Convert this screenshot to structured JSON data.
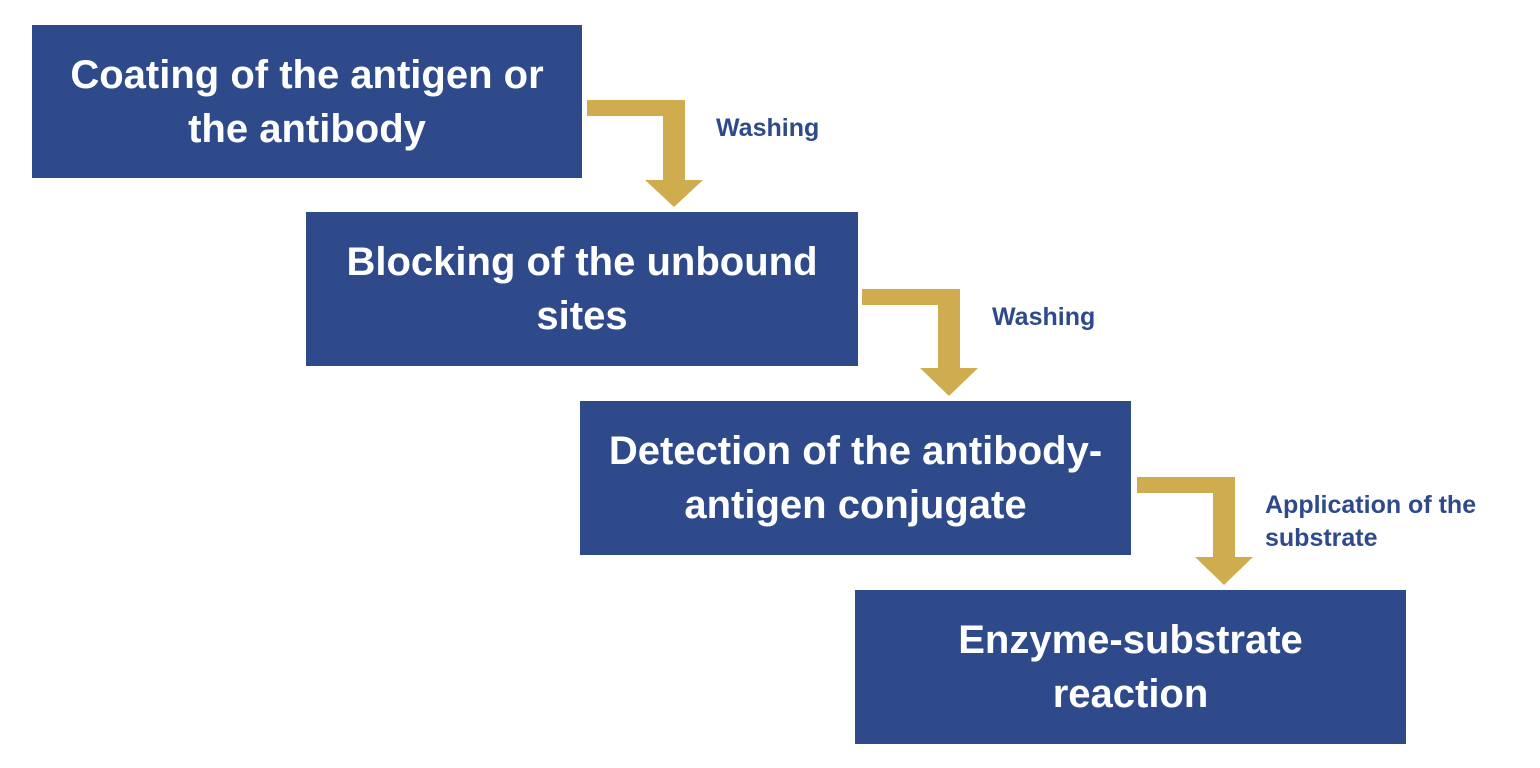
{
  "colors": {
    "box_fill": "#2e4a8b",
    "box_text": "#ffffff",
    "arrow": "#cfad4f",
    "label_text": "#2e4a8b",
    "background": "#ffffff"
  },
  "steps": [
    {
      "line1": "Coating of the antigen or",
      "line2": "the antibody"
    },
    {
      "line1": "Blocking of the unbound",
      "line2": "sites"
    },
    {
      "line1": "Detection of the antibody-",
      "line2": "antigen conjugate"
    },
    {
      "line1": "Enzyme-substrate",
      "line2": "reaction"
    }
  ],
  "transitions": [
    {
      "line1": "Washing",
      "line2": ""
    },
    {
      "line1": "Washing",
      "line2": ""
    },
    {
      "line1": "Application of the",
      "line2": "substrate"
    }
  ]
}
